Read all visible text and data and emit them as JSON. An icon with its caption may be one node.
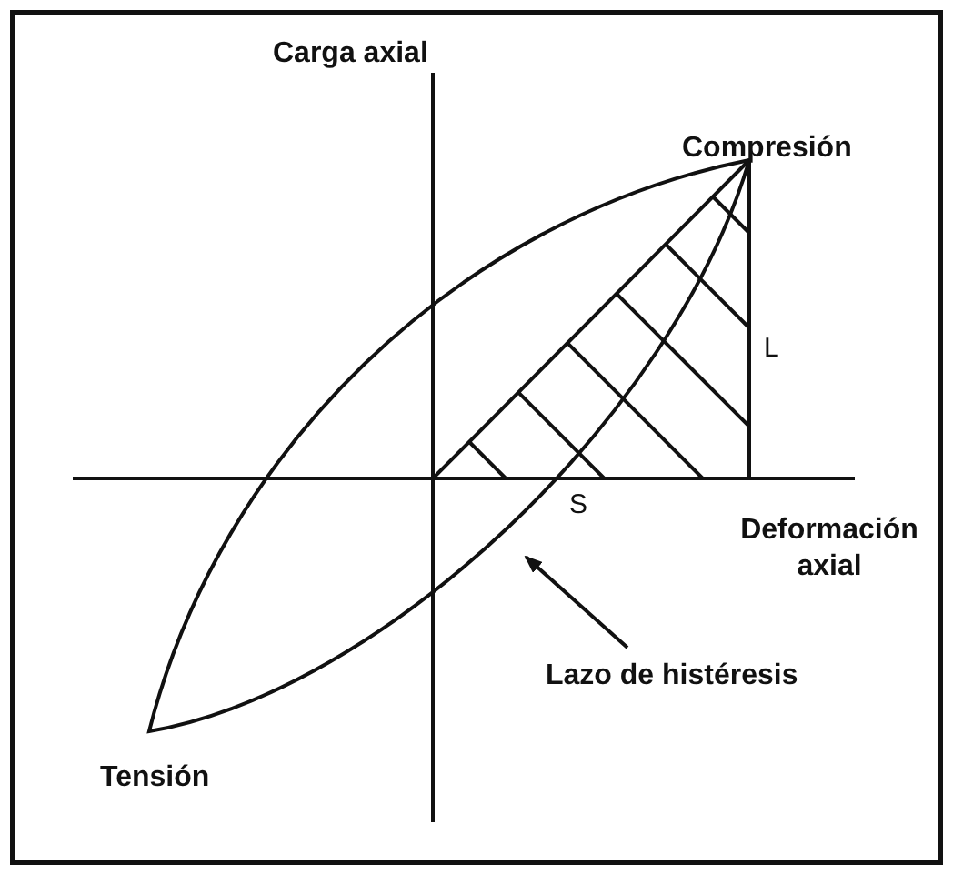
{
  "diagram": {
    "nodes": [
      {
        "text": [
          "Lazo de histéresis"
        ]
      },
      {
        "text": [],
        "shape": "curve"
      }
    ],
    "edges": [
      {
        "from": 0,
        "to": 1,
        "arrow": "to"
      }
    ],
    "labels": [
      "Carga axial",
      "Compresión",
      "L",
      "S",
      "Deformación axial",
      "Tensión"
    ]
  }
}
